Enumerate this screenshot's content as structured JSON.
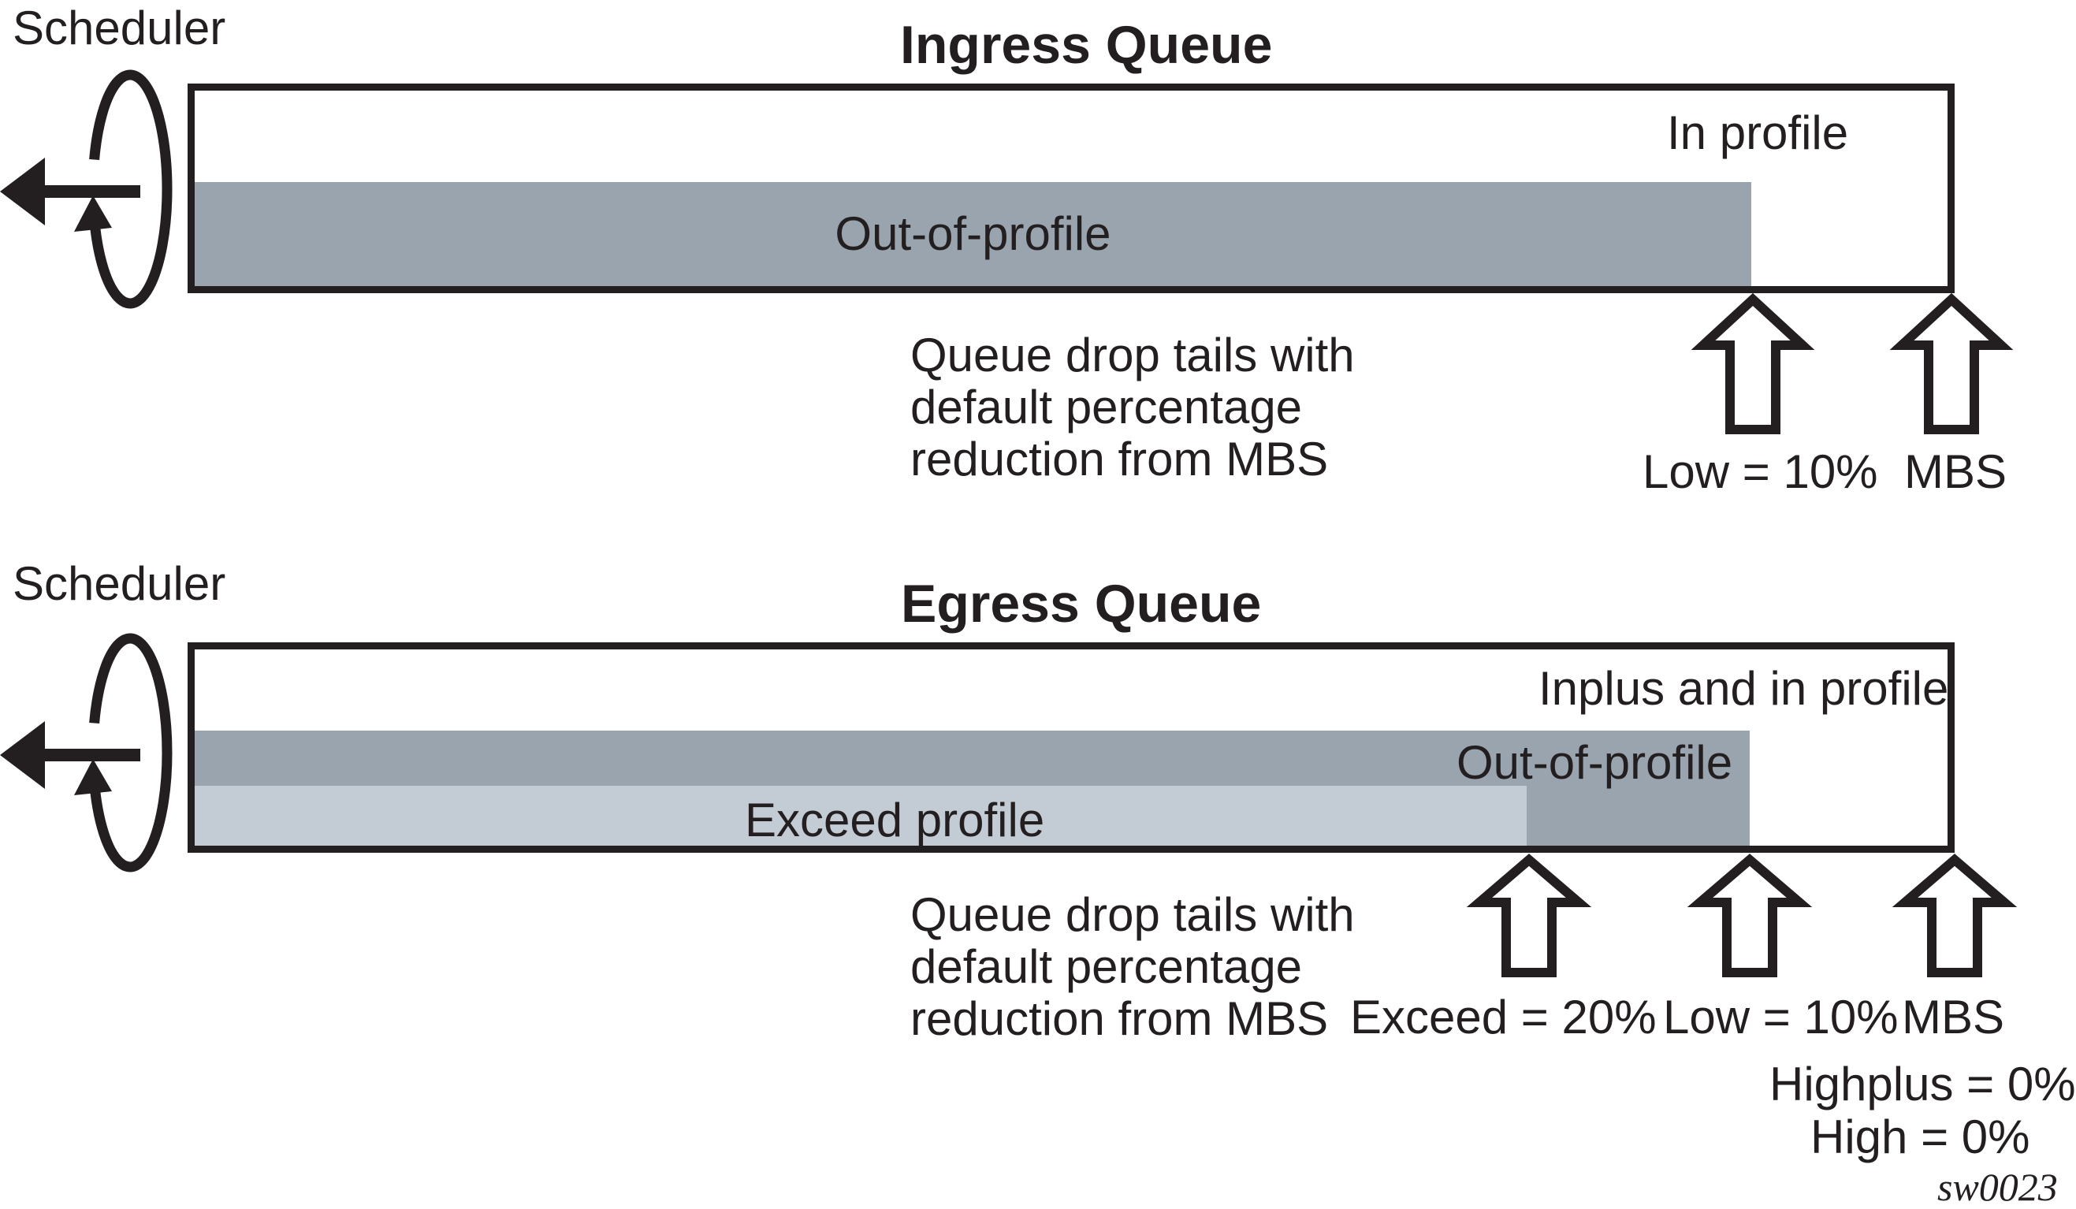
{
  "figure_code": "sw0023",
  "colors": {
    "ink": "#231f20",
    "out_of_profile_fill": "#99a4ae",
    "exceed_profile_fill": "#c3ccd4",
    "queue_background": "#ffffff"
  },
  "ingress": {
    "scheduler_label": "Scheduler",
    "title": "Ingress Queue",
    "free_space_label": "In profile",
    "out_of_profile_label": "Out-of-profile",
    "note_lines": [
      "Queue drop tails with",
      "default percentage",
      "reduction from MBS"
    ],
    "markers": {
      "low": "Low = 10%",
      "mbs": "MBS"
    }
  },
  "egress": {
    "scheduler_label": "Scheduler",
    "title": "Egress Queue",
    "free_space_label": "Inplus and in profile",
    "out_of_profile_label": "Out-of-profile",
    "exceed_profile_label": "Exceed profile",
    "note_lines": [
      "Queue drop tails with",
      "default percentage",
      "reduction from MBS"
    ],
    "markers": {
      "exceed": "Exceed = 20%",
      "low": "Low = 10%",
      "mbs": "MBS"
    },
    "drop_precedence_labels": {
      "highplus": "Highplus = 0%",
      "high": "High = 0%"
    }
  }
}
